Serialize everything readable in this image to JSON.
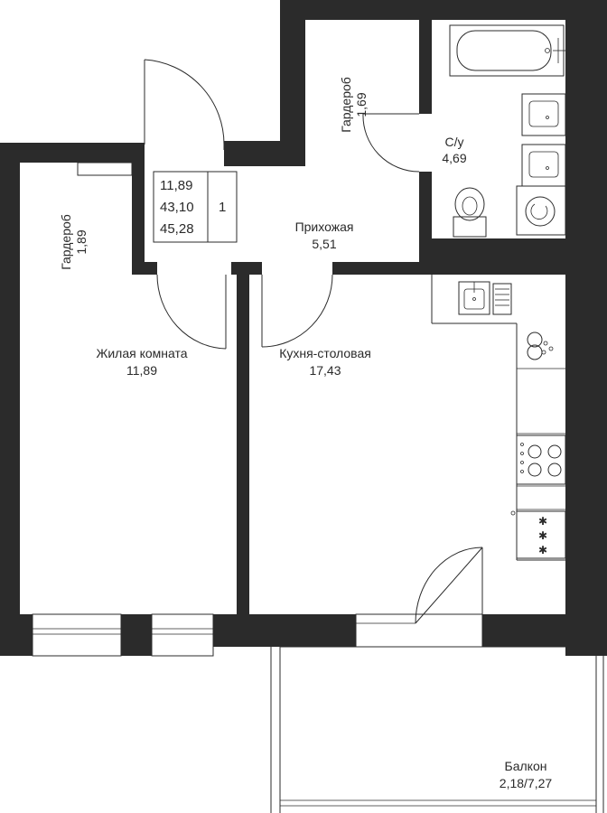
{
  "summary": {
    "living_area": "11,89",
    "total_area": "43,10",
    "total_with_balcony": "45,28",
    "rooms": "1"
  },
  "rooms": {
    "wardrobe_left": {
      "name": "Гардероб",
      "area": "1,89"
    },
    "wardrobe_hall": {
      "name": "Гардероб",
      "area": "1,69"
    },
    "bathroom": {
      "name": "С/у",
      "area": "4,69"
    },
    "hallway": {
      "name": "Прихожая",
      "area": "5,51"
    },
    "living_room": {
      "name": "Жилая комната",
      "area": "11,89"
    },
    "kitchen": {
      "name": "Кухня-столовая",
      "area": "17,43"
    },
    "balcony": {
      "name": "Балкон",
      "area": "2,18/7,27"
    }
  },
  "colors": {
    "wall": "#2b2b2b",
    "background": "#ffffff"
  }
}
